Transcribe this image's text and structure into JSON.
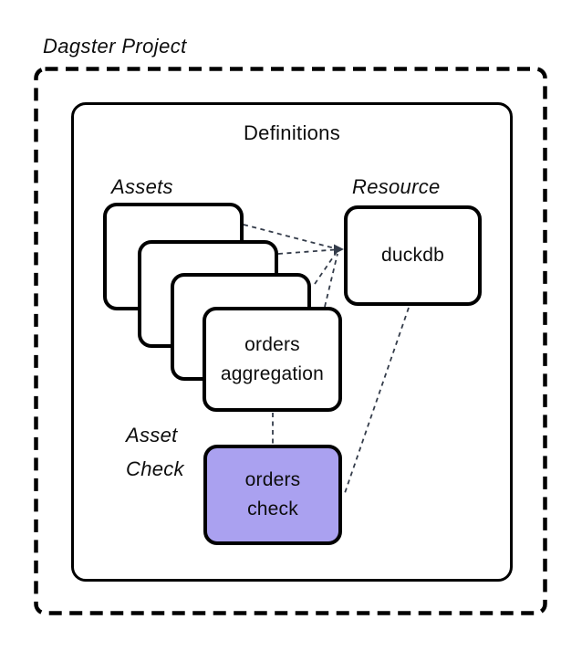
{
  "diagram": {
    "title": "Dagster Project",
    "container_label": "Definitions",
    "groups": {
      "assets": {
        "label": "Assets"
      },
      "resource": {
        "label": "Resource"
      },
      "asset_check": {
        "label_line1": "Asset",
        "label_line2": "Check"
      }
    },
    "nodes": {
      "asset_stack": {
        "count": 4,
        "front_label_line1": "orders",
        "front_label_line2": "aggregation"
      },
      "duckdb": {
        "label": "duckdb"
      },
      "orders_check": {
        "label_line1": "orders",
        "label_line2": "check"
      }
    },
    "edges": [
      {
        "from": "asset-card-1",
        "to": "duckdb",
        "style": "dashed",
        "arrow": true
      },
      {
        "from": "asset-card-2",
        "to": "duckdb",
        "style": "dashed",
        "arrow": true
      },
      {
        "from": "asset-card-3",
        "to": "duckdb",
        "style": "dashed",
        "arrow": true
      },
      {
        "from": "orders-aggregation",
        "to": "duckdb",
        "style": "dashed",
        "arrow": true
      },
      {
        "from": "orders-aggregation",
        "to": "orders-check",
        "style": "dashed",
        "arrow": false
      },
      {
        "from": "duckdb",
        "to": "orders-check",
        "style": "dashed",
        "arrow": false
      }
    ]
  },
  "colors": {
    "asset_check_fill": "#aaa1f0",
    "connector": "#343c4a",
    "border": "#000000",
    "background": "#ffffff"
  }
}
